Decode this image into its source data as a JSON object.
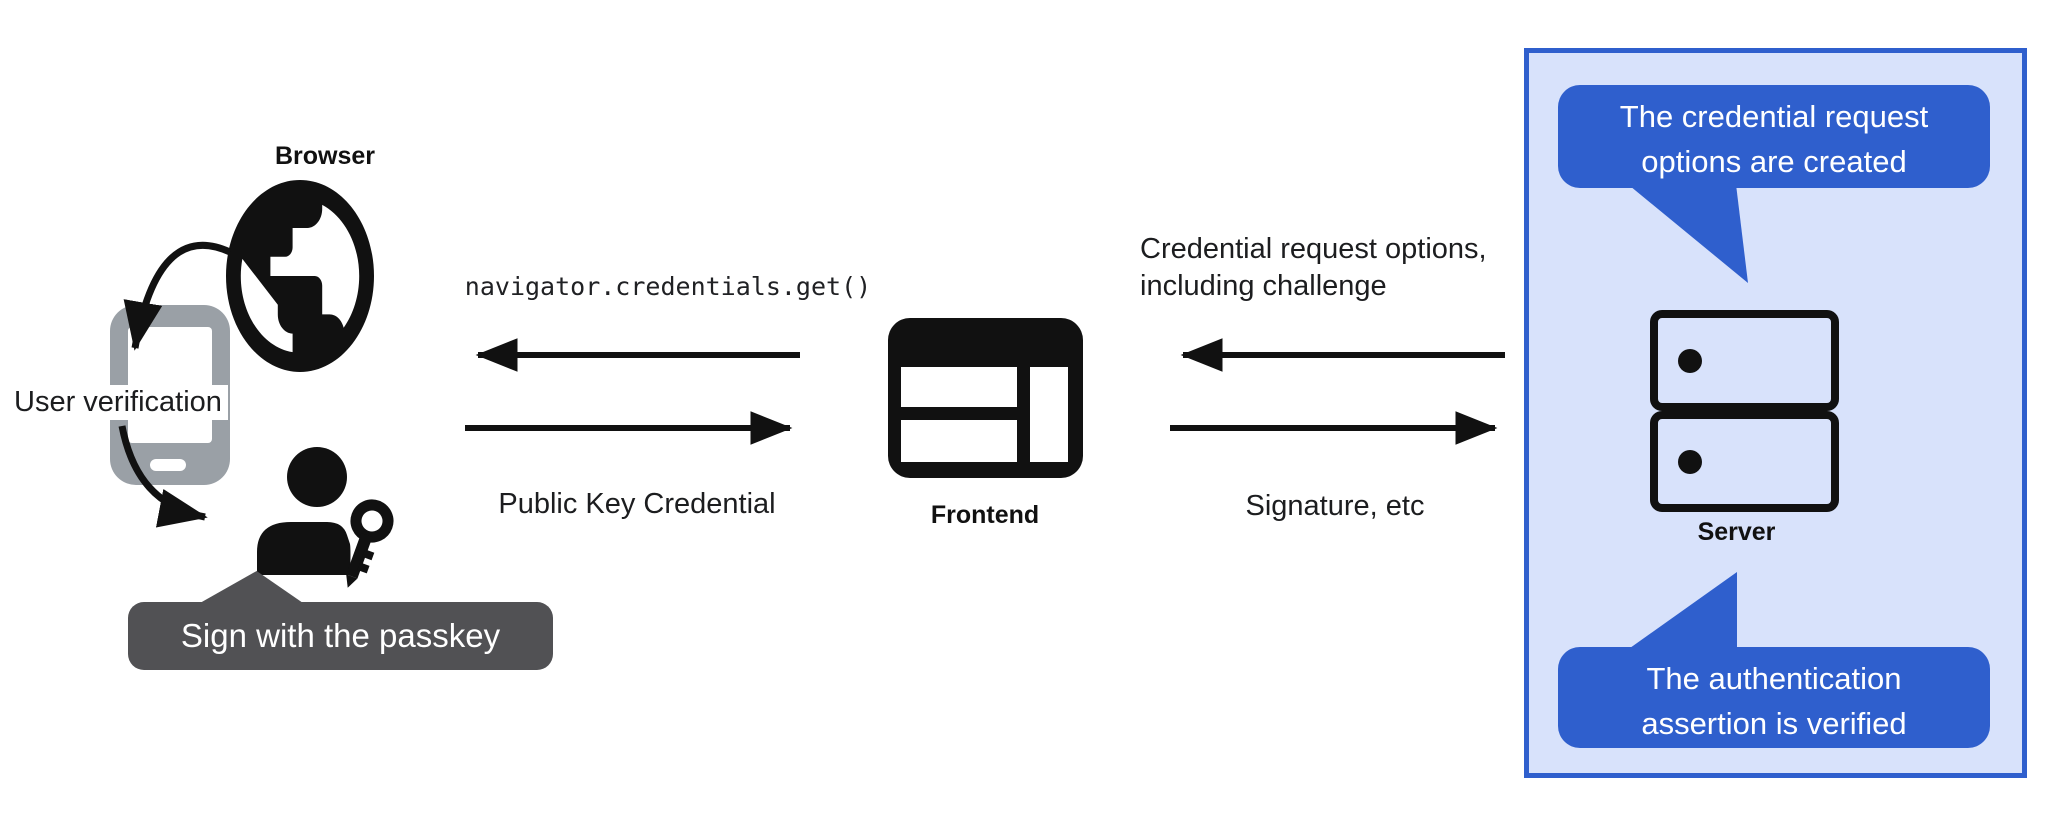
{
  "diagram": {
    "browser": {
      "label": "Browser",
      "sublabel": "User verification",
      "tooltip": "Sign with the passkey"
    },
    "frontend": {
      "label": "Frontend"
    },
    "server": {
      "label": "Server",
      "callout_top": {
        "line1": "The credential request",
        "line2": "options are created"
      },
      "callout_bottom": {
        "line1": "The authentication",
        "line2": "assertion is verified"
      }
    },
    "flows": {
      "to_browser": "navigator.credentials.get()",
      "from_browser": "Public Key Credential",
      "to_frontend_line1": "Credential request options,",
      "to_frontend_line2": "including challenge",
      "from_frontend": "Signature, etc"
    },
    "colors": {
      "accent_blue": "#2f5fcd",
      "panel_blue": "#d8e2fb",
      "tooltip_gray": "#515154",
      "phone_gray": "#9aa0a6",
      "ink": "#111111"
    }
  }
}
